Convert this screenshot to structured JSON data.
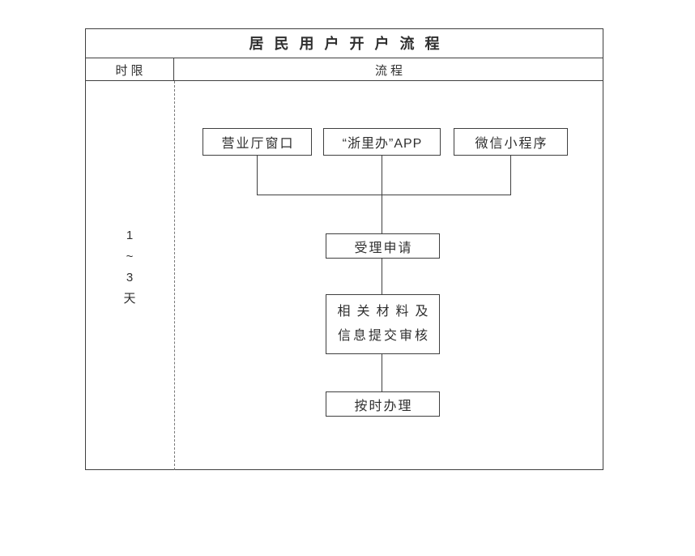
{
  "title": "居民用户开户流程",
  "columns": {
    "time": "时限",
    "process": "流程"
  },
  "timeline": {
    "parts": [
      "1",
      "~",
      "3",
      "天"
    ]
  },
  "nodes": {
    "channels": [
      {
        "label": "营业厅窗口"
      },
      {
        "label": "“浙里办”APP"
      },
      {
        "label": "微信小程序"
      }
    ],
    "accept": {
      "label": "受理申请"
    },
    "review": {
      "lines": [
        "相关材料及",
        "信息提交审核"
      ]
    },
    "process": {
      "label": "按时办理"
    }
  },
  "colors": {
    "line": "#3f3f3f",
    "text": "#2f2f2f",
    "background": "#ffffff"
  }
}
